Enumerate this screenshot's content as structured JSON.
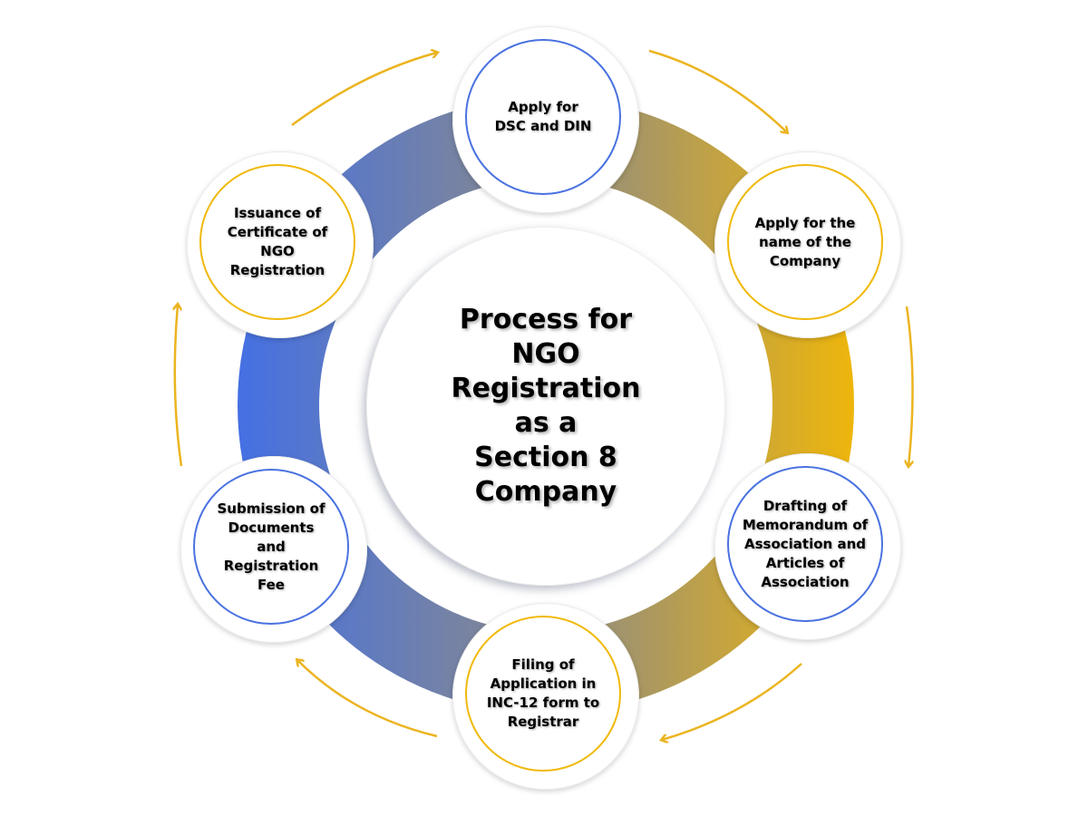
{
  "title": "Process for\nNGO\nRegistration\nas a\nSection 8\nCompany",
  "colors": {
    "ring_blue": "#4a72e0",
    "ring_gold": "#f0b90b",
    "arrow": "#ebb420",
    "gradient_blue": "#4470e4",
    "gradient_mid": "#8a8a8a",
    "gradient_gold": "#efb60a"
  },
  "steps": [
    {
      "label": "Apply for\nDSC and DIN",
      "ring": "blue"
    },
    {
      "label": "Apply for the\nname of the\nCompany",
      "ring": "gold"
    },
    {
      "label": "Drafting of\nMemorandum of\nAssociation and\nArticles of\nAssociation",
      "ring": "blue"
    },
    {
      "label": "Filing of\nApplication in\nINC-12 form to\nRegistrar",
      "ring": "gold"
    },
    {
      "label": "Submission of\nDocuments\nand\nRegistration\nFee",
      "ring": "blue"
    },
    {
      "label": "Issuance of\nCertificate of\nNGO\nRegistration",
      "ring": "gold"
    }
  ],
  "arrows": [
    "clockwise",
    "clockwise",
    "clockwise",
    "clockwise",
    "clockwise",
    "clockwise"
  ]
}
